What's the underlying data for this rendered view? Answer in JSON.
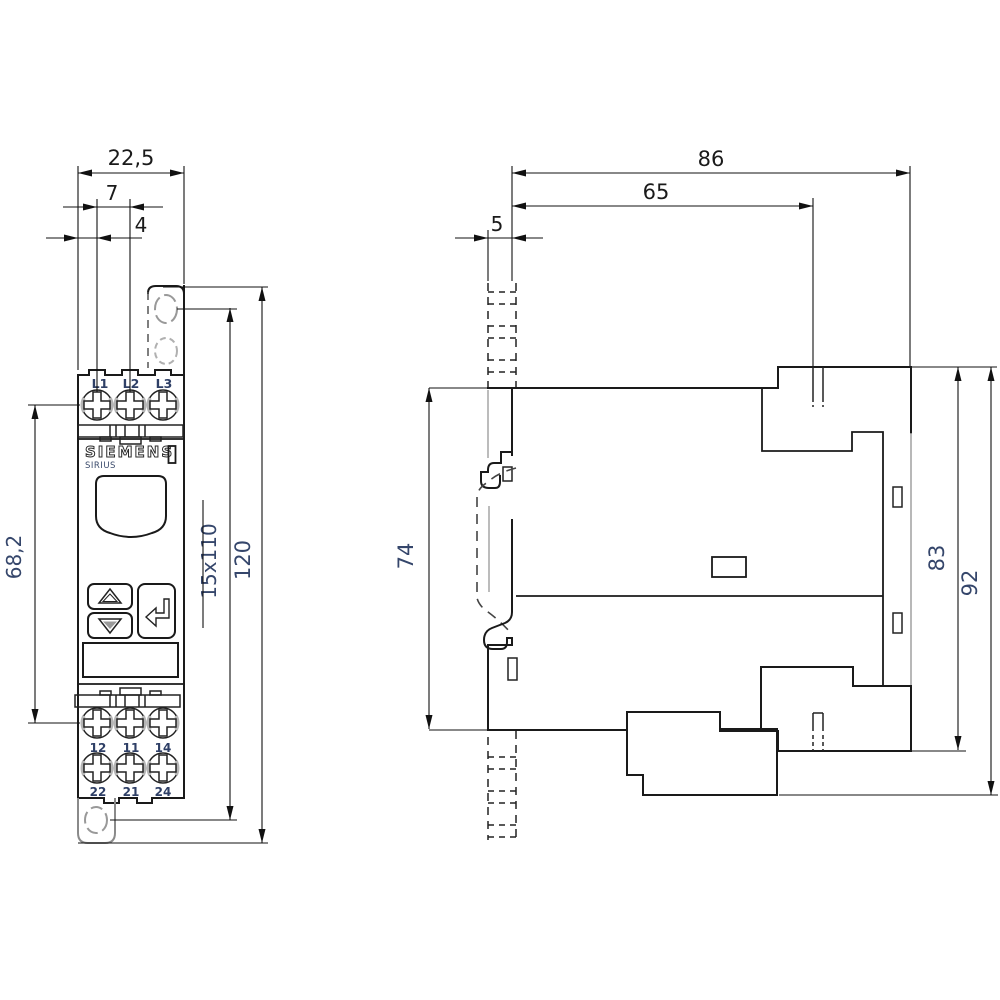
{
  "front": {
    "brand": "SIEMENS",
    "series": "SIRIUS",
    "dims": {
      "overall_width": "22,5",
      "terminal_pitch": "7",
      "edge_to_terminal": "4",
      "terminal_row_spacing": "68,2",
      "mounting_slot": "15x110",
      "overall_height": "120"
    },
    "terminals_top": [
      "L1",
      "L2",
      "L3"
    ],
    "terminals_mid": [
      "12",
      "11",
      "14"
    ],
    "terminals_bot": [
      "22",
      "21",
      "24"
    ]
  },
  "side": {
    "dims": {
      "overall_depth": "86",
      "depth_to_screw": "65",
      "rail_offset": "5",
      "rail_section_height": "74",
      "height_to_ledge": "83",
      "overall_height": "92"
    }
  }
}
